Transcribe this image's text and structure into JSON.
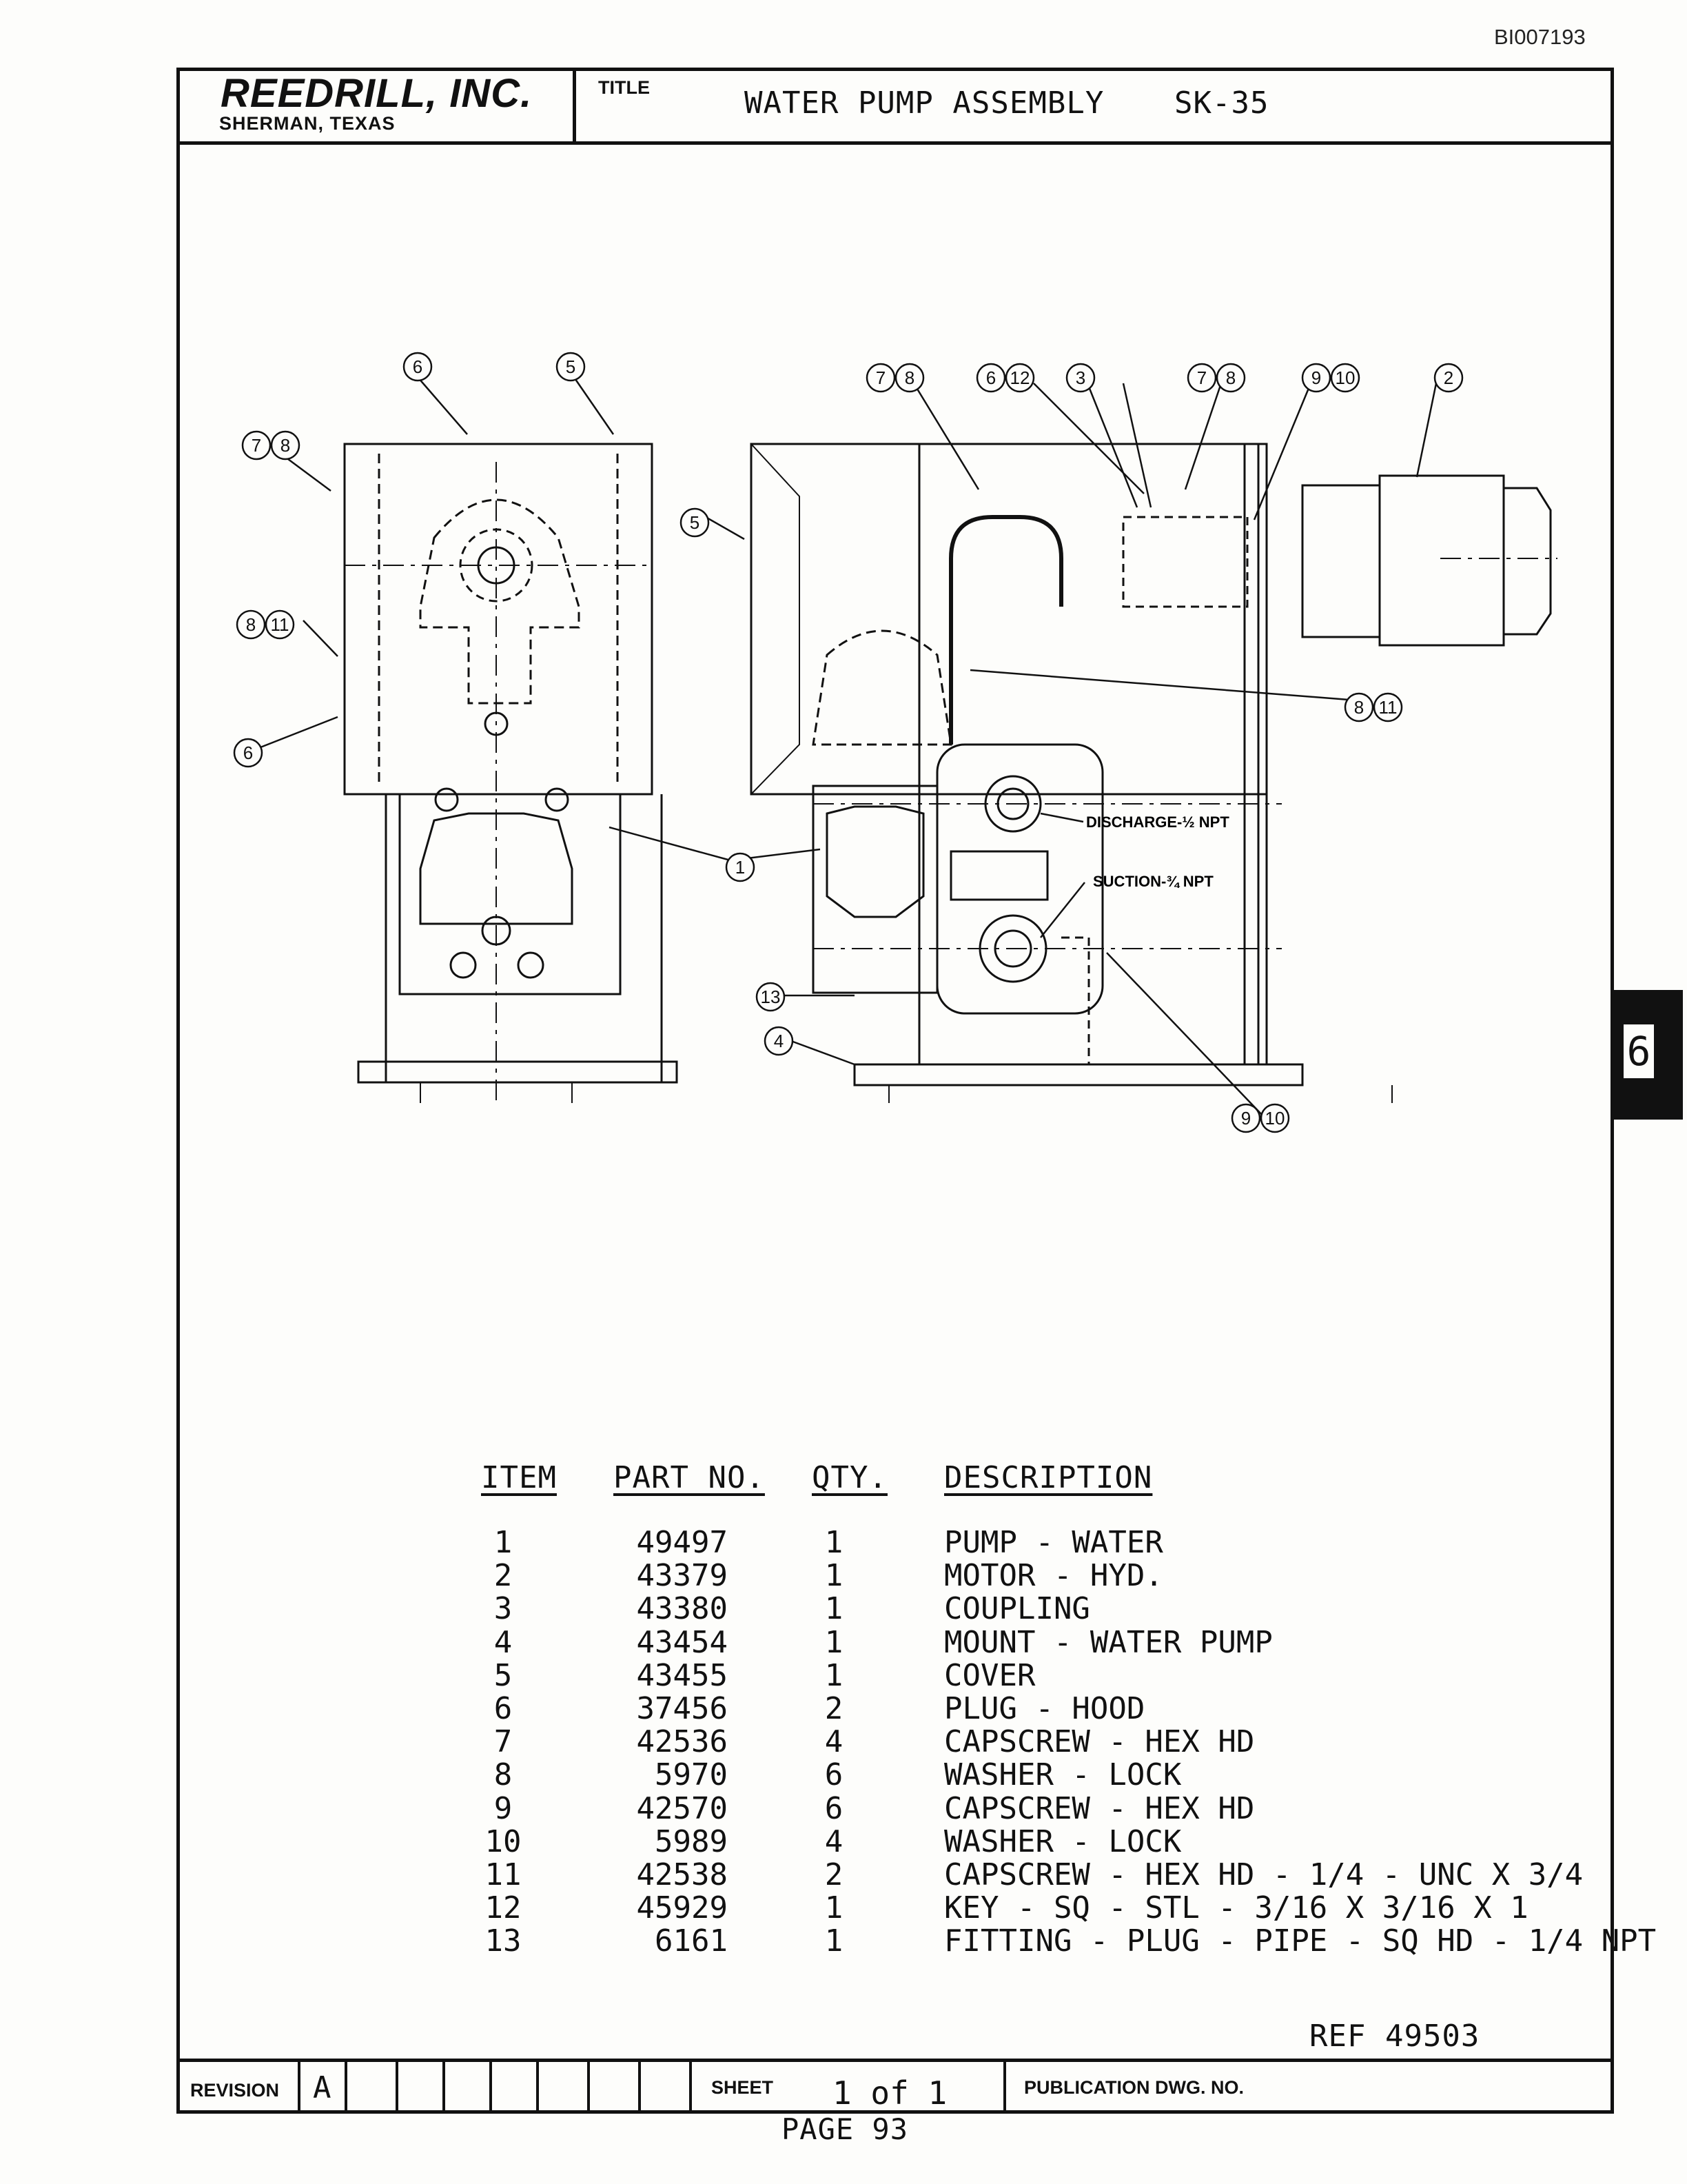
{
  "header": {
    "doc_id": "BI007193",
    "company": "REEDRILL, INC.",
    "location": "SHERMAN, TEXAS",
    "title_label": "TITLE",
    "title": "WATER PUMP ASSEMBLY",
    "drawing_code": "SK-35"
  },
  "drawing": {
    "callouts": [
      "6",
      "5",
      "7",
      "8",
      "8",
      "11",
      "6",
      "5",
      "1",
      "7",
      "8",
      "6",
      "12",
      "3",
      "7",
      "8",
      "9",
      "10",
      "2",
      "8",
      "11",
      "13",
      "4",
      "9",
      "10"
    ],
    "notes": {
      "discharge": "DISCHARGE-½ NPT",
      "suction": "SUCTION-¾ NPT"
    }
  },
  "parts_table": {
    "headers": {
      "item": "ITEM",
      "part_no": "PART NO.",
      "qty": "QTY.",
      "description": "DESCRIPTION"
    },
    "rows": [
      {
        "item": "1",
        "part_no": "49497",
        "qty": "1",
        "description": "PUMP - WATER"
      },
      {
        "item": "2",
        "part_no": "43379",
        "qty": "1",
        "description": "MOTOR - HYD."
      },
      {
        "item": "3",
        "part_no": "43380",
        "qty": "1",
        "description": "COUPLING"
      },
      {
        "item": "4",
        "part_no": "43454",
        "qty": "1",
        "description": "MOUNT - WATER PUMP"
      },
      {
        "item": "5",
        "part_no": "43455",
        "qty": "1",
        "description": "COVER"
      },
      {
        "item": "6",
        "part_no": "37456",
        "qty": "2",
        "description": "PLUG - HOOD"
      },
      {
        "item": "7",
        "part_no": "42536",
        "qty": "4",
        "description": "CAPSCREW - HEX HD"
      },
      {
        "item": "8",
        "part_no": "5970",
        "qty": "6",
        "description": "WASHER - LOCK"
      },
      {
        "item": "9",
        "part_no": "42570",
        "qty": "6",
        "description": "CAPSCREW - HEX HD"
      },
      {
        "item": "10",
        "part_no": "5989",
        "qty": "4",
        "description": "WASHER - LOCK"
      },
      {
        "item": "11",
        "part_no": "42538",
        "qty": "2",
        "description": "CAPSCREW - HEX HD - 1/4 - UNC X 3/4"
      },
      {
        "item": "12",
        "part_no": "45929",
        "qty": "1",
        "description": "KEY - SQ - STL - 3/16 X 3/16 X 1"
      },
      {
        "item": "13",
        "part_no": "6161",
        "qty": "1",
        "description": "FITTING - PLUG - PIPE - SQ HD - 1/4 NPT"
      }
    ]
  },
  "ref": "REF 49503",
  "footer": {
    "revision_label": "REVISION",
    "revision_value": "A",
    "sheet_label": "SHEET",
    "sheet_value": "1 of 1",
    "publication_label": "PUBLICATION DWG. NO.",
    "page_number": "PAGE 93"
  },
  "section_tab": "6"
}
